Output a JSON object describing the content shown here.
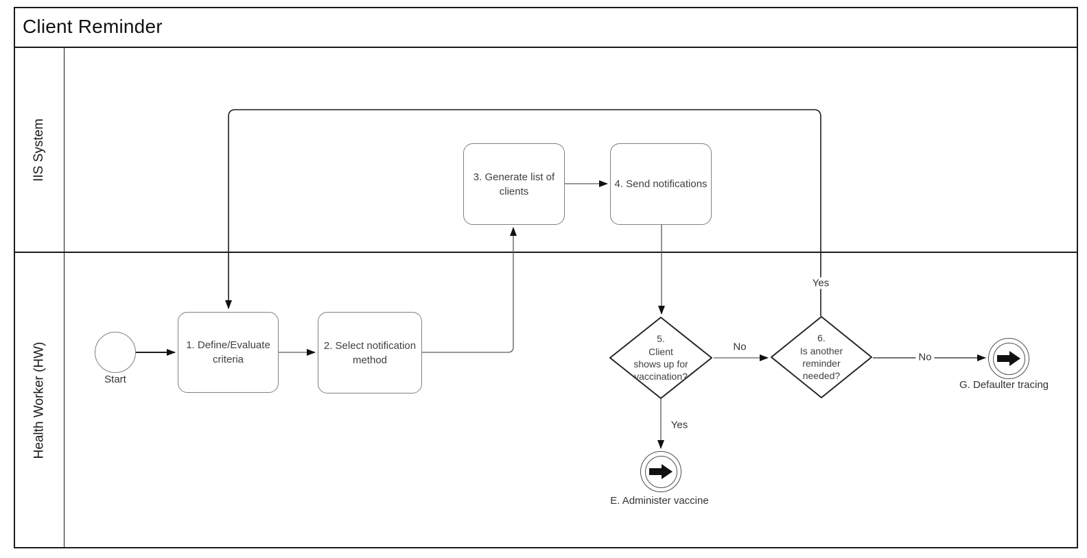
{
  "title": "Client Reminder",
  "lanes": [
    {
      "label": "IIS System"
    },
    {
      "label": "Health Worker (HW)"
    }
  ],
  "nodes": {
    "start": {
      "label": "Start"
    },
    "task1": {
      "label": "1. Define/Evaluate\ncriteria"
    },
    "task2": {
      "label": "2. Select notification\nmethod"
    },
    "task3": {
      "label": "3. Generate list of\nclients"
    },
    "task4": {
      "label": "4. Send notifications"
    },
    "decision5": {
      "label": "5.\nClient\nshows up for\nvaccination?"
    },
    "decision6": {
      "label": "6.\nIs another\nreminder\nneeded?"
    },
    "end_e": {
      "label": "E. Administer vaccine"
    },
    "end_g": {
      "label": "G. Defaulter tracing"
    }
  },
  "edge_labels": {
    "client_shows_no": "No",
    "client_shows_yes": "Yes",
    "reminder_yes": "Yes",
    "reminder_no": "No"
  },
  "icons": {
    "end_event_arrow": "thick-right-arrow"
  },
  "colors": {
    "frame": "#1a1a1a",
    "shape_border": "#7f7f7f",
    "decision_border": "#262626",
    "flow_line": "#595959",
    "strong_line": "#1a1a1a",
    "text": "#404040"
  }
}
